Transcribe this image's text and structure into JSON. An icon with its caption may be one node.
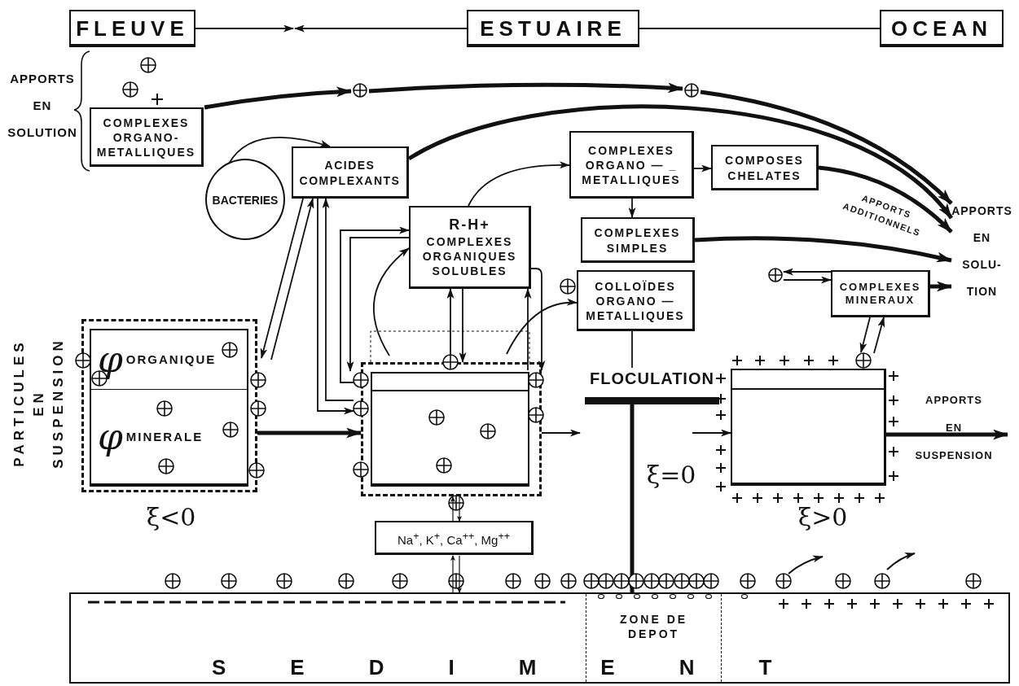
{
  "diagram": {
    "nodes": [
      {
        "text": [
          "FLEUVE"
        ]
      },
      {
        "text": [
          "ESTUAIRE"
        ]
      },
      {
        "text": [
          "OCEAN"
        ]
      },
      {
        "text": [
          "COMPLEXES ORGANO- METALLIQUES"
        ]
      },
      {
        "text": [],
        "shape": "circle"
      },
      {
        "text": [],
        "shape": "circle"
      },
      {
        "text": [
          "ACIDES COMPLEXANTS"
        ]
      },
      {
        "text": [
          "BACTERIES"
        ]
      },
      {
        "text": [
          "COMPLEXES ORGANO — _ METALLIQUES"
        ]
      },
      {
        "text": [
          "COMPOSES CHELATES"
        ]
      },
      {
        "text": [
          "R-H+",
          "COMPLEXES ORGANIQUES SOLUBLES"
        ]
      },
      {
        "text": [
          "COMPLEXES SIMPLES"
        ]
      },
      {
        "text": [
          "COLLOÏDES ORGANO — METALLIQUES"
        ]
      },
      {
        "text": [
          "APPORTS EN SOLU- TION"
        ]
      },
      {
        "text": [],
        "shape": "circle"
      },
      {
        "text": [
          "COMPLEXES MINERAUX"
        ]
      },
      {
        "text": [],
        "shape": "box",
        "beside": [
          "ξ<0"
        ]
      },
      {
        "text": [
          "φ",
          "ORGANIQUE"
        ],
        "in": 16
      },
      {
        "text": [
          "φ",
          "MINERALE"
        ],
        "in": 16
      },
      {
        "text": [],
        "shape": "box"
      },
      {
        "text": [
          "Na$^{+}$, K$^{+}$, Ca$^{++}$, Mg$^{++}$"
        ]
      },
      {
        "text": [
          "FLOCULATION"
        ]
      },
      {
        "text": [],
        "shape": "box",
        "beside": [
          "ξ>0"
        ]
      },
      {
        "text": [
          "APPORTS EN SUSPENSION"
        ]
      },
      {
        "text": [
          "SEDIMENT"
        ]
      },
      {
        "text": [
          "ZONE DE DEPOT"
        ],
        "in": 24
      }
    ],
    "edges": [
      {
        "from": 0,
        "to": null,
        "arrow": "to"
      },
      {
        "from": 1,
        "to": null,
        "arrow": "to"
      },
      {
        "from": 1,
        "to": 2,
        "arrow": "none"
      },
      {
        "from": 3,
        "to": 4,
        "arrow": "to",
        "style": "thick"
      },
      {
        "from": 4,
        "to": 5,
        "arrow": "to",
        "style": "thick"
      },
      {
        "from": 5,
        "to": 13,
        "arrow": "to",
        "style": "thick"
      },
      {
        "from": 6,
        "to": 13,
        "arrow": "to",
        "style": "thick"
      },
      {
        "from": 7,
        "to": 6,
        "arrow": "to"
      },
      {
        "from": 10,
        "to": 8,
        "arrow": "to"
      },
      {
        "from": 8,
        "to": 9,
        "arrow": "to"
      },
      {
        "from": 8,
        "to": 11,
        "arrow": "to"
      },
      {
        "from": 9,
        "to": 13,
        "arrow": "to",
        "style": "thick"
      },
      {
        "from": 11,
        "to": 13,
        "arrow": "to",
        "style": "thick"
      },
      {
        "from": 15,
        "to": 13,
        "arrow": "to",
        "style": "thick"
      },
      {
        "from": 14,
        "to": 15,
        "arrow": "to"
      },
      {
        "from": 15,
        "to": 14,
        "arrow": "to"
      },
      {
        "from": 15,
        "to": 22,
        "arrow": "to"
      },
      {
        "from": 22,
        "to": 15,
        "arrow": "to"
      },
      {
        "from": 6,
        "to": 16,
        "arrow": "to"
      },
      {
        "from": 16,
        "to": 6,
        "arrow": "to"
      },
      {
        "from": 6,
        "to": 19,
        "arrow": "to"
      },
      {
        "from": 19,
        "to": 6,
        "arrow": "to"
      },
      {
        "from": 10,
        "to": 19,
        "arrow": "to"
      },
      {
        "from": 19,
        "to": 10,
        "arrow": "to"
      },
      {
        "from": 19,
        "to": 10,
        "arrow": "to"
      },
      {
        "from": 10,
        "to": 19,
        "arrow": "to"
      },
      {
        "from": 10,
        "to": 19,
        "arrow": "to"
      },
      {
        "from": 19,
        "to": 10,
        "arrow": "to"
      },
      {
        "from": 19,
        "to": 10,
        "arrow": "to"
      },
      {
        "from": 19,
        "to": 12,
        "arrow": "to"
      },
      {
        "from": 16,
        "to": 19,
        "arrow": "to",
        "style": "thick"
      },
      {
        "from": 19,
        "to": null,
        "arrow": "to"
      },
      {
        "from": null,
        "to": 22,
        "arrow": "to"
      },
      {
        "from": 12,
        "to": 21,
        "arrow": "none"
      },
      {
        "from": 21,
        "to": 25,
        "arrow": "to",
        "style": "thick"
      },
      {
        "from": 20,
        "to": 19,
        "arrow": "to"
      },
      {
        "from": 19,
        "to": 20,
        "arrow": "to"
      },
      {
        "from": 24,
        "to": 20,
        "arrow": "to"
      },
      {
        "from": 20,
        "to": 24,
        "arrow": "to"
      },
      {
        "from": 22,
        "to": 23,
        "arrow": "to",
        "style": "thick"
      }
    ],
    "labels": [
      "APPORTS EN SOLUTION",
      "PARTICULES EN SUSPENSION",
      "APPORTS ADDITIONNELS",
      "ξ=0"
    ]
  }
}
